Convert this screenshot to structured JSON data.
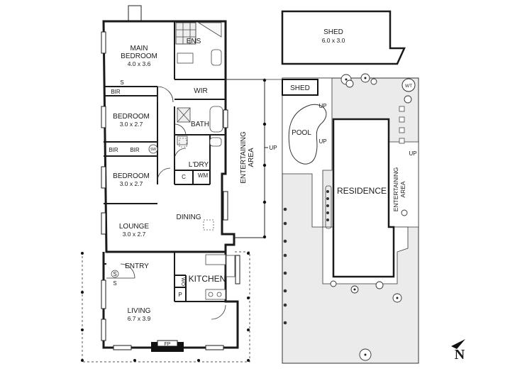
{
  "rooms": {
    "main_bedroom": {
      "name_line1": "MAIN",
      "name_line2": "BEDROOM",
      "dims": "4.0 x 3.6"
    },
    "ens": "ENS",
    "bir_1": "BIR",
    "s_1": "S",
    "wir": "WIR",
    "bedroom_2": {
      "name": "BEDROOM",
      "dims": "3.0 x 2.7"
    },
    "bath": "BATH",
    "bir_2": "BIR",
    "bir_3": "BIR",
    "sw": "SW",
    "ldry": "L'DRY",
    "c": "C",
    "wm": "WM",
    "bedroom_3": {
      "name": "BEDROOM",
      "dims": "3.0 x 2.7"
    },
    "entertaining_area": {
      "line1": "ENTERTAINING",
      "line2": "AREA"
    },
    "up_1": "UP",
    "dining": "DINING",
    "lounge": {
      "name": "LOUNGE",
      "dims": "3.0 x 2.7"
    },
    "entry": "ENTRY",
    "s_2": "S",
    "s_3": "S",
    "kitchen": "KITCHEN",
    "wo": "WO",
    "p": "P",
    "living": {
      "name": "LIVING",
      "dims": "6.7 x 3.9"
    },
    "fp": "FP"
  },
  "site": {
    "shed_large": {
      "name": "SHED",
      "dims": "6.0 x 3.0"
    },
    "shed_small": "SHED",
    "wt": "WT",
    "pool": "POOL",
    "up_pool_1": "UP",
    "up_pool_2": "UP",
    "up_side": "UP",
    "residence": "RESIDENCE",
    "entertaining_area": {
      "line1": "ENTERTAINING",
      "line2": "AREA"
    }
  },
  "compass": {
    "label": "N"
  }
}
